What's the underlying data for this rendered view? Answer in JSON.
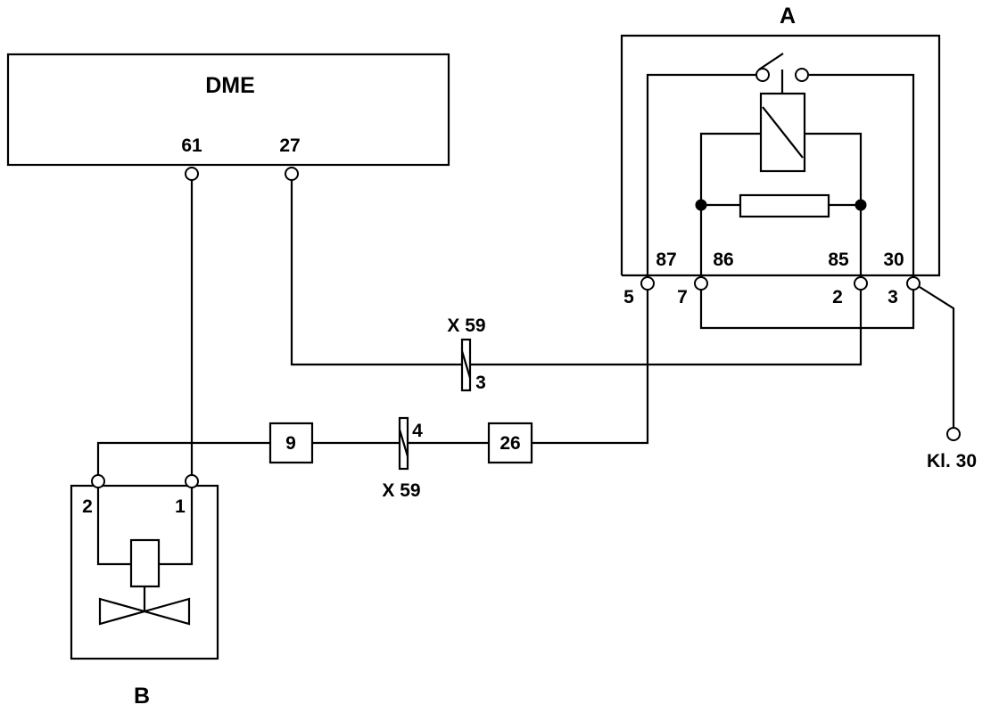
{
  "dme": {
    "label": "DME",
    "pin_61": "61",
    "pin_27": "27"
  },
  "relay": {
    "label": "A",
    "terminal_87": "87",
    "terminal_86": "86",
    "terminal_85": "85",
    "terminal_30": "30",
    "pin_5": "5",
    "pin_7": "7",
    "pin_2": "2",
    "pin_3": "3"
  },
  "connector_upper": {
    "name": "X 59",
    "pin": "3"
  },
  "connector_lower": {
    "name": "X 59",
    "pin": "4"
  },
  "splice_9": "9",
  "splice_26": "26",
  "valve": {
    "label": "B",
    "pin_2": "2",
    "pin_1": "1"
  },
  "supply": {
    "label": "Kl. 30"
  }
}
